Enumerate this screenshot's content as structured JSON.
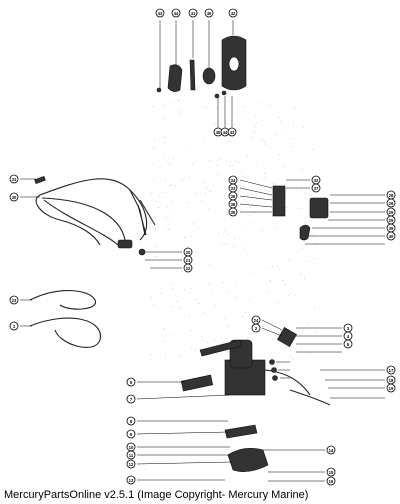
{
  "caption": "MercuryPartsOnline v2.5.1 (Image Copyright- Mercury Marine)",
  "callouts": [
    "43",
    "44",
    "41",
    "45",
    "42",
    "45",
    "44",
    "43",
    "31",
    "30",
    "34",
    "33",
    "36",
    "38",
    "35",
    "32",
    "37",
    "28",
    "29",
    "26",
    "25",
    "20",
    "21",
    "22",
    "23",
    "24",
    "2",
    "3",
    "4",
    "5",
    "1",
    "6",
    "7",
    "8",
    "9",
    "10",
    "11",
    "12",
    "13",
    "14",
    "15",
    "16",
    "17",
    "18",
    "19",
    "39",
    "40"
  ]
}
